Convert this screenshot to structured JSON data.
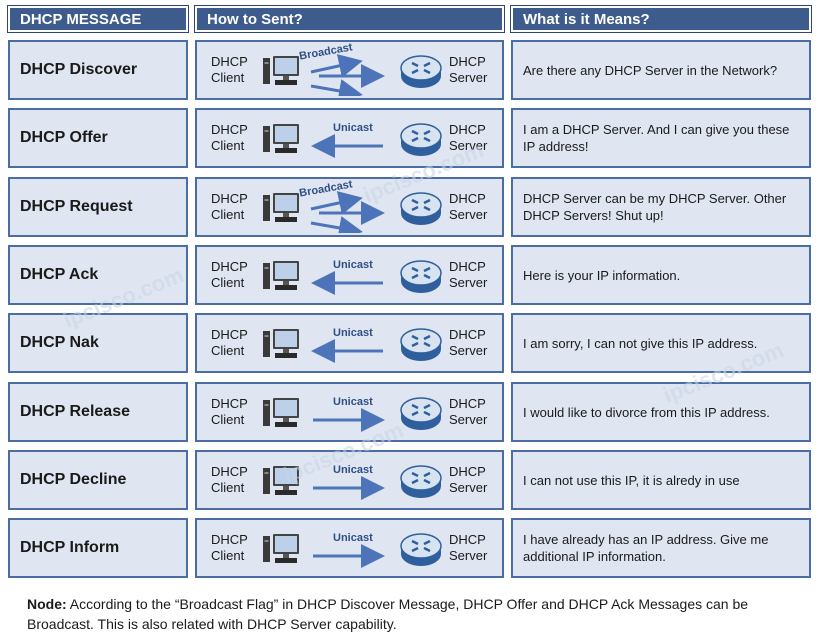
{
  "headers": {
    "col1": "DHCP MESSAGE",
    "col2": "How to Sent?",
    "col3": "What is it Means?"
  },
  "client_label_1": "DHCP",
  "client_label_2": "Client",
  "server_label_1": "DHCP",
  "server_label_2": "Server",
  "rows": [
    {
      "message": "DHCP Discover",
      "method": "Broadcast",
      "direction": "to-server",
      "meaning": "Are there any DHCP Server in the Network?"
    },
    {
      "message": "DHCP Offer",
      "method": "Unicast",
      "direction": "to-client",
      "meaning": "I am a DHCP Server. And I can give you these IP address!"
    },
    {
      "message": "DHCP Request",
      "method": "Broadcast",
      "direction": "to-server",
      "meaning": "DHCP Server can be my DHCP Server. Other DHCP Servers! Shut up!"
    },
    {
      "message": "DHCP Ack",
      "method": "Unicast",
      "direction": "to-client",
      "meaning": "Here is your IP information."
    },
    {
      "message": "DHCP Nak",
      "method": "Unicast",
      "direction": "to-client",
      "meaning": "I am sorry, I can not give this IP address."
    },
    {
      "message": "DHCP Release",
      "method": "Unicast",
      "direction": "to-server",
      "meaning": "I would like to divorce from this IP address."
    },
    {
      "message": "DHCP Decline",
      "method": "Unicast",
      "direction": "to-server",
      "meaning": "I can not use this IP, it is alredy in use"
    },
    {
      "message": "DHCP Inform",
      "method": "Unicast",
      "direction": "to-server",
      "meaning": "I have already has an IP address.  Give me additional  IP information."
    }
  ],
  "watermark": "ipcisco.com",
  "note": {
    "label": "Node:",
    "text": " According to the “Broadcast Flag” in DHCP Discover Message, DHCP Offer and DHCP Ack Messages can be Broadcast. This is also related with DHCP Server capability."
  },
  "colors": {
    "header_bg": "#3d5b8c",
    "cell_bg": "#dfe6f1",
    "cell_border": "#4a6ea3",
    "arrow": "#4d74b8"
  }
}
